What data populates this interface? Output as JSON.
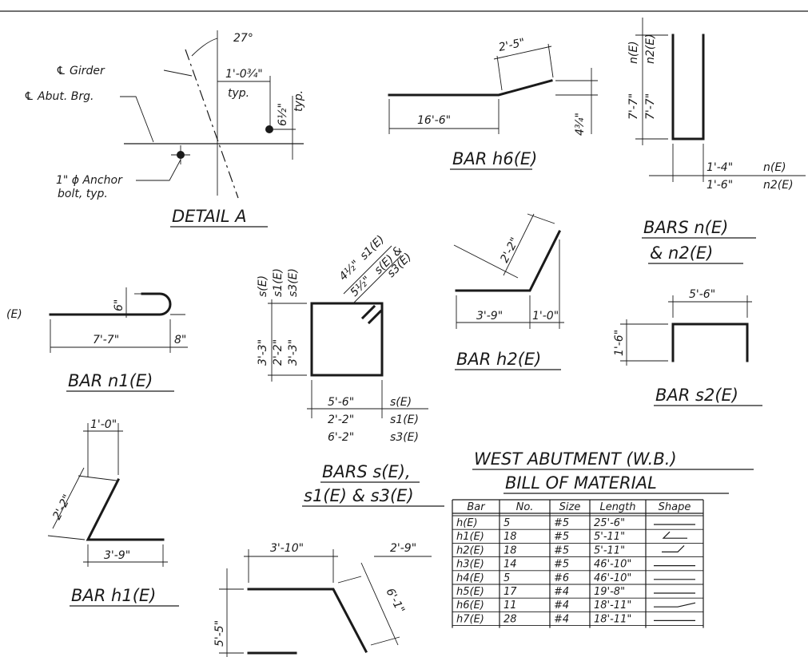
{
  "detail_a": {
    "title": "DETAIL A",
    "angle": "27°",
    "girder": "℄ Girder",
    "abut": "℄ Abut. Brg.",
    "offset": "1'-0¾\"",
    "typ": "typ.",
    "vert": "6½\"",
    "vert_typ": "typ.",
    "anchor1": "1\" ϕ Anchor",
    "anchor2": "bolt, typ."
  },
  "bar_h6": {
    "title": "BAR h6(E)",
    "d1": "2'-5\"",
    "d2": "16'-6\"",
    "d3": "4¾\""
  },
  "bars_n": {
    "title1": "BARS n(E)",
    "title2": "& n2(E)",
    "h1": "7'-7\"",
    "h2": "7'-7\"",
    "l1": "n(E)",
    "l2": "n2(E)",
    "b1": "1'-4\"",
    "b2": "1'-6\"",
    "bl1": "n(E)",
    "bl2": "n2(E)"
  },
  "left_e": "(E)",
  "bar_n1": {
    "title": "BAR n1(E)",
    "d1": "6\"",
    "d2": "7'-7\"",
    "d3": "8\""
  },
  "bars_s": {
    "title1": "BARS s(E),",
    "title2": "s1(E) & s3(E)",
    "hl1": "s(E)",
    "hl2": "s1(E)",
    "hl3": "s3(E)",
    "h1": "3'-3\"",
    "h2": "2'-2\"",
    "h3": "3'-3\"",
    "w1": "5'-6\"",
    "w2": "2'-2\"",
    "w3": "6'-2\"",
    "wl1": "s(E)",
    "wl2": "s1(E)",
    "wl3": "s3(E)",
    "k1": "4½\"",
    "k1l": "s1(E)",
    "k2": "5½\"",
    "k2l": "s(E) &",
    "k3l": "s3(E)"
  },
  "bar_h2": {
    "title": "BAR h2(E)",
    "d1": "2'-2\"",
    "d2": "3'-9\"",
    "d3": "1'-0\""
  },
  "bar_s2": {
    "title": "BAR s2(E)",
    "d1": "5'-6\"",
    "d2": "1'-6\""
  },
  "bar_h1": {
    "title": "BAR h1(E)",
    "d1": "1'-0\"",
    "d2": "2'-2\"",
    "d3": "3'-9\""
  },
  "bar_bottom": {
    "d1": "3'-10\"",
    "d2": "2'-9\"",
    "d3": "5'-5\"",
    "d4": "6'-1\""
  },
  "bom": {
    "title1": "WEST ABUTMENT (W.B.)",
    "title2": "BILL OF MATERIAL",
    "headers": [
      "Bar",
      "No.",
      "Size",
      "Length",
      "Shape"
    ],
    "rows": [
      [
        "h(E)",
        "5",
        "#5",
        "25'-6\"",
        "straight"
      ],
      [
        "h1(E)",
        "18",
        "#5",
        "5'-11\"",
        "bent-left"
      ],
      [
        "h2(E)",
        "18",
        "#5",
        "5'-11\"",
        "bent-right"
      ],
      [
        "h3(E)",
        "14",
        "#5",
        "46'-10\"",
        "straight"
      ],
      [
        "h4(E)",
        "5",
        "#6",
        "46'-10\"",
        "straight"
      ],
      [
        "h5(E)",
        "17",
        "#4",
        "19'-8\"",
        "straight"
      ],
      [
        "h6(E)",
        "11",
        "#4",
        "18'-11\"",
        "kinked"
      ],
      [
        "h7(E)",
        "28",
        "#4",
        "18'-11\"",
        "straight"
      ]
    ]
  }
}
